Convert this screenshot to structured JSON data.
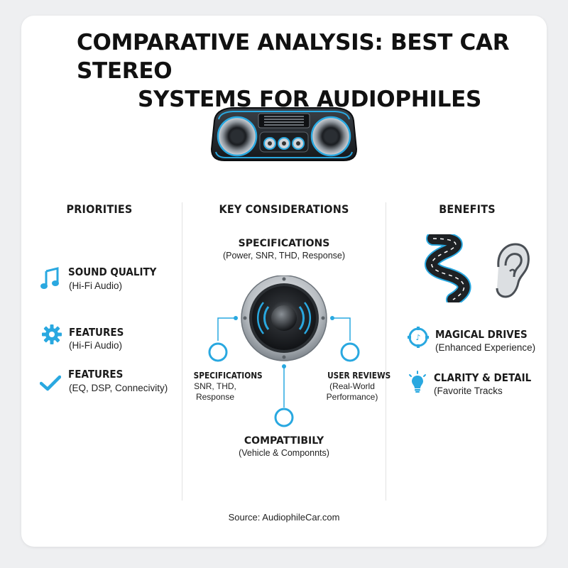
{
  "title": {
    "line1": "COMPARATIVE ANALYSIS: BEST CAR STEREO",
    "line2": "SYSTEMS FOR AUDIOPHILES"
  },
  "colors": {
    "accent": "#29a8e0",
    "text": "#1b1b1b",
    "background": "#eeeff1",
    "card": "#ffffff"
  },
  "priorities": {
    "heading": "PRIORITIES",
    "items": [
      {
        "icon": "music-note-icon",
        "label": "SOUND QUALITY",
        "sub": "(Hi-Fi Audio)"
      },
      {
        "icon": "gear-icon",
        "label": "FEATURES",
        "sub": "(Hi-Fi Audio)"
      },
      {
        "icon": "checkmark-icon",
        "label": "FEATURES",
        "sub": "(EQ, DSP, Connecivity)"
      }
    ]
  },
  "considerations": {
    "heading": "KEY CONSIDERATIONS",
    "top": {
      "label": "SPECIFICATIONS",
      "sub": "(Power, SNR, THD, Response)"
    },
    "left": {
      "label": "SPECIFICATIONS",
      "sub1": "SNR, THD,",
      "sub2": "Response"
    },
    "right": {
      "label": "USER REVIEWS",
      "sub1": "(Real-World",
      "sub2": "Performance)"
    },
    "bottom": {
      "label": "COMPATTIBILY",
      "sub": "(Vehicle & Componnts)"
    }
  },
  "benefits": {
    "heading": "BENEFITS",
    "items": [
      {
        "icon": "steering-badge-icon",
        "label": "MAGICAL DRIVES",
        "sub": "(Enhanced Experience)"
      },
      {
        "icon": "lightbulb-icon",
        "label": "CLARITY & DETAIL",
        "sub": "(Favorite Tracks"
      }
    ]
  },
  "source": "Source: AudiophileCar.com"
}
